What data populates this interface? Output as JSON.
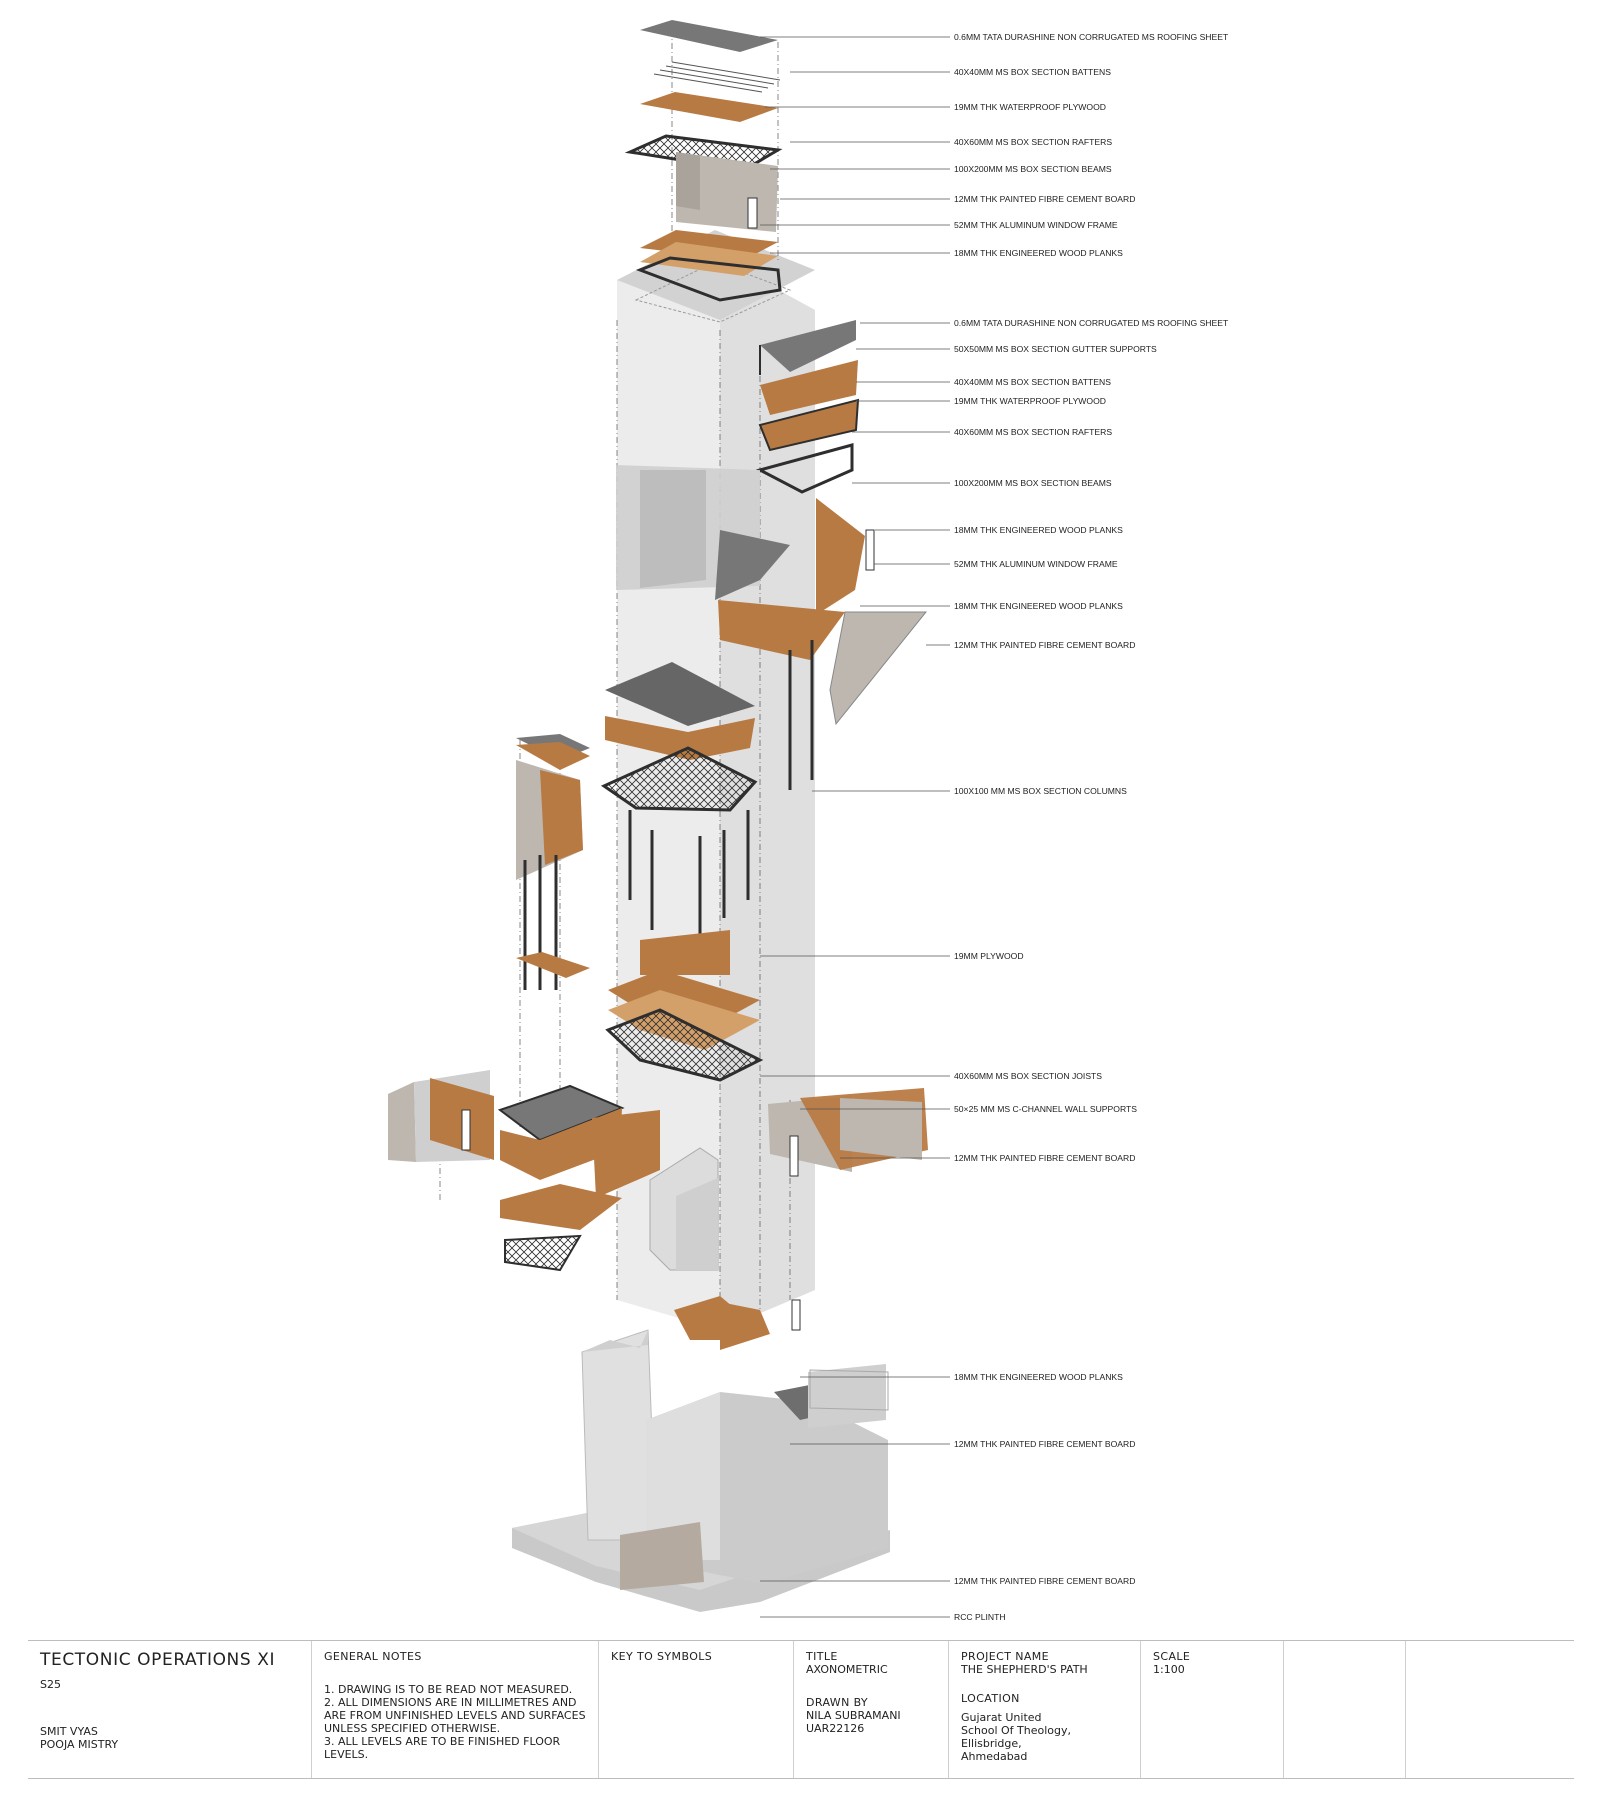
{
  "annotations": [
    {
      "id": "a1",
      "text": "0.6MM TATA DURASHINE NON CORRUGATED MS ROOFING SHEET"
    },
    {
      "id": "a2",
      "text": "40X40MM MS BOX SECTION BATTENS"
    },
    {
      "id": "a3",
      "text": "19MM THK WATERPROOF PLYWOOD"
    },
    {
      "id": "a4",
      "text": "40X60MM MS BOX SECTION RAFTERS"
    },
    {
      "id": "a5",
      "text": "100X200MM MS BOX SECTION BEAMS"
    },
    {
      "id": "a6",
      "text": "12MM THK PAINTED FIBRE CEMENT BOARD"
    },
    {
      "id": "a7",
      "text": "52MM THK ALUMINUM WINDOW FRAME"
    },
    {
      "id": "a8",
      "text": "18MM THK ENGINEERED WOOD PLANKS"
    },
    {
      "id": "a9",
      "text": "0.6MM TATA DURASHINE NON CORRUGATED MS ROOFING SHEET"
    },
    {
      "id": "a10",
      "text": "50X50MM MS BOX SECTION GUTTER SUPPORTS"
    },
    {
      "id": "a11",
      "text": "40X40MM MS BOX SECTION BATTENS"
    },
    {
      "id": "a12",
      "text": "19MM THK WATERPROOF PLYWOOD"
    },
    {
      "id": "a13",
      "text": "40X60MM MS BOX SECTION RAFTERS"
    },
    {
      "id": "a14",
      "text": "100X200MM MS BOX SECTION BEAMS"
    },
    {
      "id": "a15",
      "text": "18MM THK ENGINEERED WOOD PLANKS"
    },
    {
      "id": "a16",
      "text": "52MM THK ALUMINUM WINDOW FRAME"
    },
    {
      "id": "a17",
      "text": "18MM THK ENGINEERED WOOD PLANKS"
    },
    {
      "id": "a18",
      "text": "12MM THK PAINTED FIBRE CEMENT BOARD"
    },
    {
      "id": "a19",
      "text": "100X100 MM MS BOX SECTION COLUMNS"
    },
    {
      "id": "a20",
      "text": "19MM PLYWOOD"
    },
    {
      "id": "a21",
      "text": "40X60MM MS BOX SECTION JOISTS"
    },
    {
      "id": "a22",
      "text": "50×25 MM MS C-CHANNEL WALL SUPPORTS"
    },
    {
      "id": "a23",
      "text": "12MM THK PAINTED FIBRE CEMENT BOARD"
    },
    {
      "id": "a24",
      "text": "18MM THK ENGINEERED WOOD PLANKS"
    },
    {
      "id": "a25",
      "text": "12MM THK PAINTED FIBRE CEMENT BOARD"
    },
    {
      "id": "a26",
      "text": "12MM THK PAINTED FIBRE CEMENT BOARD"
    },
    {
      "id": "a27",
      "text": "RCC PLINTH"
    }
  ],
  "titleblock": {
    "course": "TECTONIC OPERATIONS XI",
    "term": "S25",
    "students": [
      "SMIT VYAS",
      "POOJA MISTRY"
    ],
    "general_notes_heading": "GENERAL NOTES",
    "notes": [
      "1. DRAWING IS TO BE READ NOT MEASURED.",
      "2. ALL DIMENSIONS ARE IN MILLIMETRES AND ARE FROM UNFINISHED LEVELS AND SURFACES UNLESS SPECIFIED OTHERWISE.",
      "3. ALL LEVELS ARE TO BE FINISHED FLOOR LEVELS."
    ],
    "key_heading": "KEY TO SYMBOLS",
    "title_heading": "TITLE",
    "title_value": "AXONOMETRIC",
    "drawn_heading": "DRAWN BY",
    "drawn_name": "NILA SUBRAMANI",
    "drawn_id": "UAR22126",
    "project_heading": "PROJECT NAME",
    "project_value": "THE SHEPHERD'S PATH",
    "location_heading": "LOCATION",
    "location_lines": [
      "Gujarat United",
      "School Of Theology,",
      "Ellisbridge,",
      "Ahmedabad"
    ],
    "scale_heading": "SCALE",
    "scale_value": "1:100"
  },
  "colors": {
    "wood": "#b87a43",
    "wood_light": "#d4a06a",
    "steel": "#3a3a3a",
    "roof": "#777777",
    "board": "#bdb7b0",
    "shaft": "#e9e9e9",
    "masonry": "#c9c9c9"
  }
}
